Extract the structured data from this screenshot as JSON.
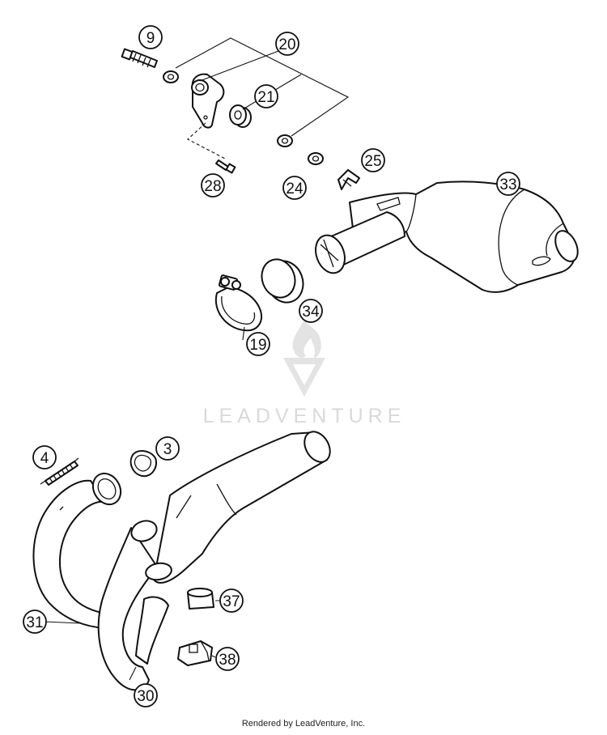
{
  "callouts": {
    "c9": "9",
    "c20": "20",
    "c21": "21",
    "c28": "28",
    "c24": "24",
    "c25": "25",
    "c33": "33",
    "c34": "34",
    "c19": "19",
    "c4": "4",
    "c3": "3",
    "c31": "31",
    "c30": "30",
    "c37": "37",
    "c38": "38"
  },
  "watermark": {
    "brand": "LEADVENTURE",
    "color": "#d9d9d9"
  },
  "footer": {
    "text": "Rendered by LeadVenture, Inc."
  }
}
